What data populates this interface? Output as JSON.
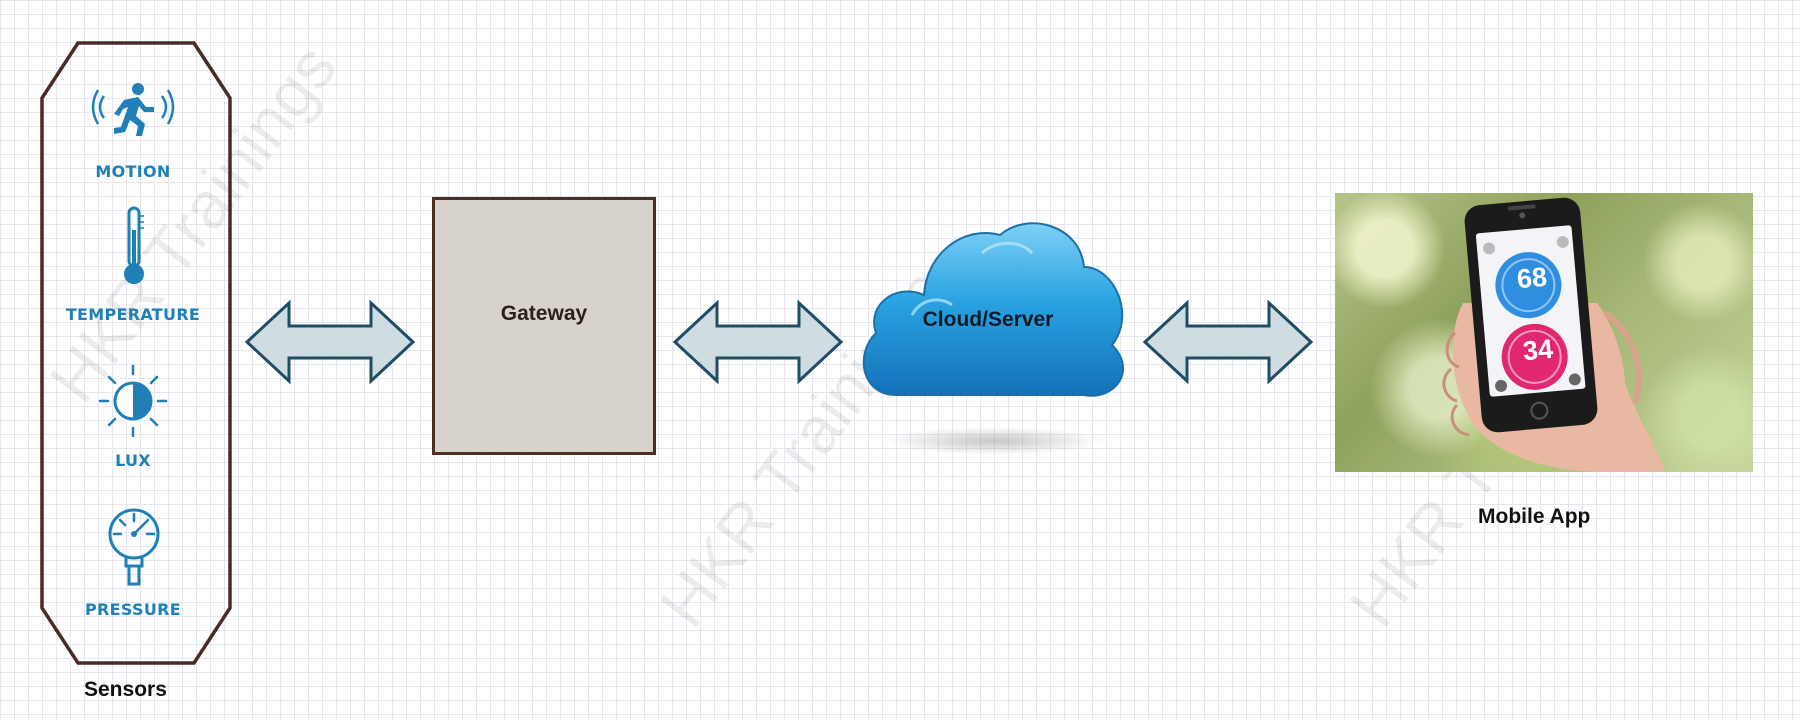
{
  "diagram": {
    "watermark_text": "HKR Trainings",
    "sensors": {
      "caption": "Sensors",
      "items": [
        {
          "label": "MOTION",
          "icon": "motion-icon"
        },
        {
          "label": "TEMPERATURE",
          "icon": "thermometer-icon"
        },
        {
          "label": "LUX",
          "icon": "lux-icon"
        },
        {
          "label": "PRESSURE",
          "icon": "pressure-gauge-icon"
        }
      ]
    },
    "gateway": {
      "label": "Gateway"
    },
    "cloud": {
      "label": "Cloud/Server"
    },
    "mobile_app": {
      "caption": "Mobile App",
      "readings": {
        "top": "68",
        "bottom": "34"
      }
    },
    "colors": {
      "sensor_blue": "#1f7fb6",
      "arrow_fill": "#cfdde3",
      "arrow_stroke": "#1f4d63",
      "gateway_fill": "#d8d2cc",
      "gateway_border": "#4a2f22",
      "cloud_blue": "#2a9ad9",
      "reading_top": "#2f8ee0",
      "reading_bottom": "#e02770"
    }
  }
}
